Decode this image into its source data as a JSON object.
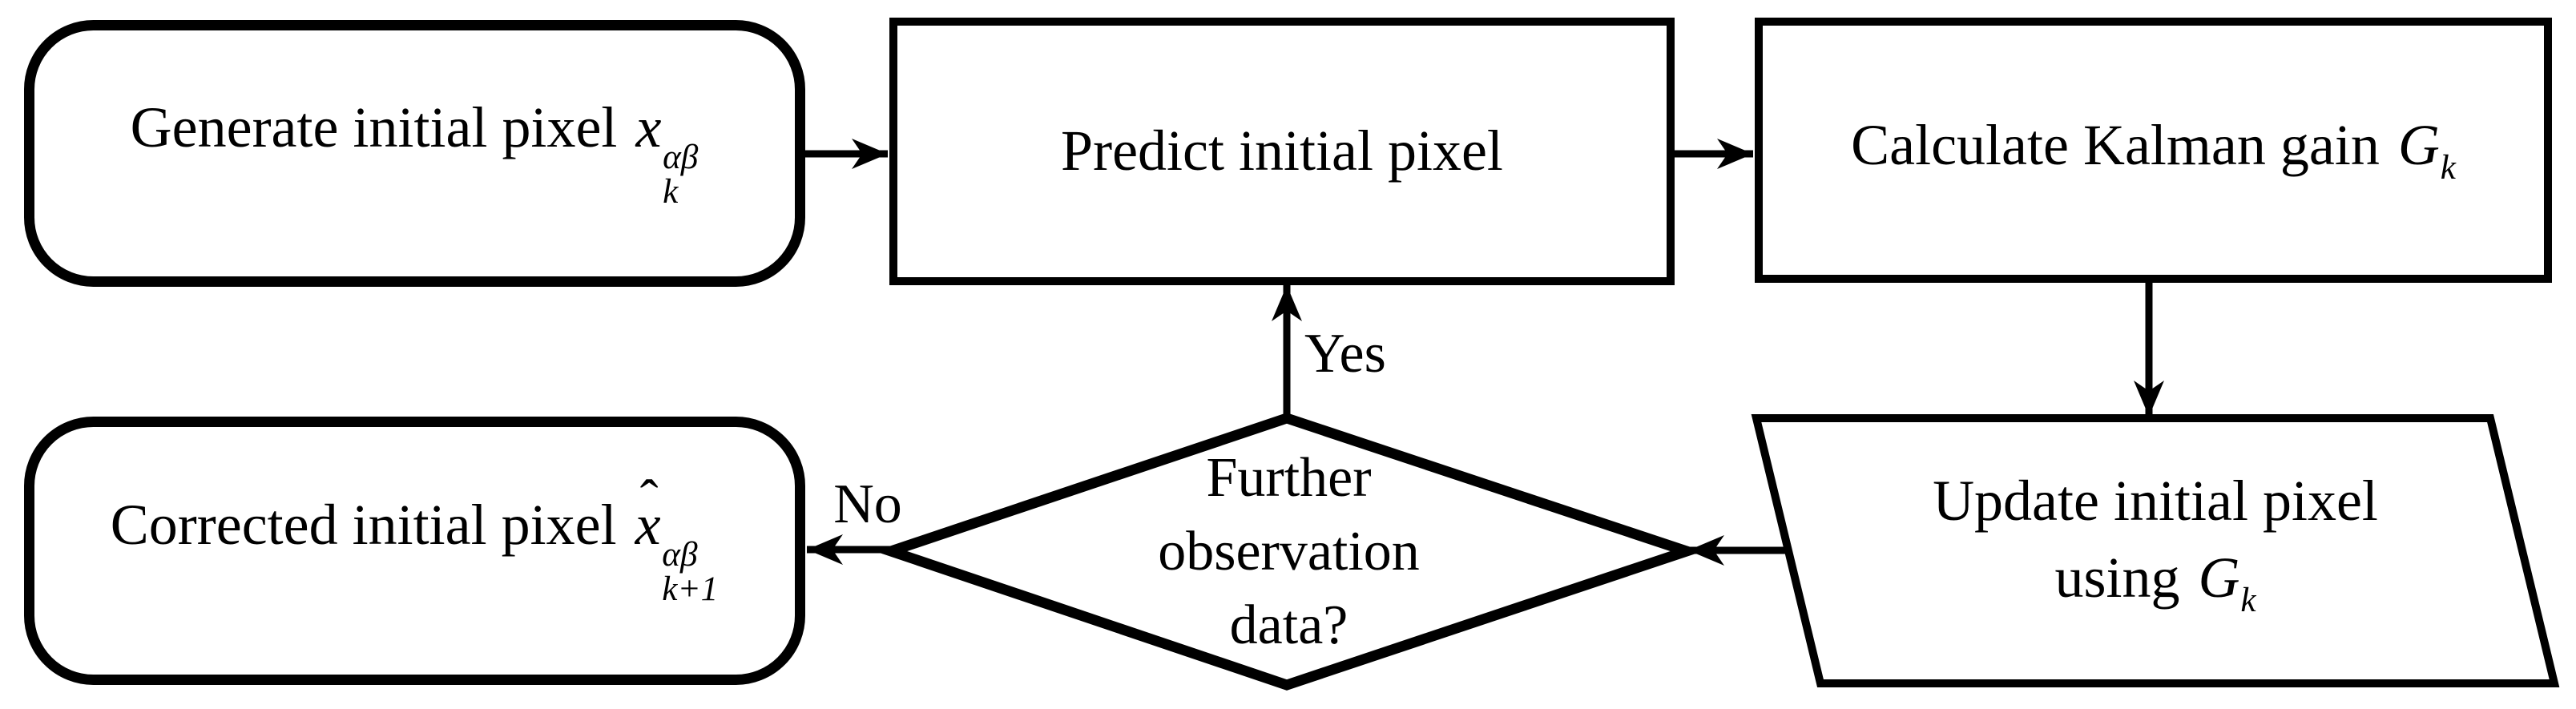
{
  "diagram": {
    "background": "#ffffff",
    "stroke_color": "#000000",
    "text_color": "#000000",
    "nodes": {
      "generate": {
        "shape": "rounded-rectangle",
        "label": "Generate initial pixel",
        "math": {
          "base": "x",
          "sup": "αβ",
          "sub": "k"
        }
      },
      "predict": {
        "shape": "rectangle",
        "label": "Predict initial pixel"
      },
      "kalman_gain": {
        "shape": "rectangle",
        "label": "Calculate Kalman gain",
        "math": {
          "base": "G",
          "sub": "k"
        }
      },
      "update": {
        "shape": "parallelogram",
        "line1": "Update initial pixel",
        "line2": "using",
        "math": {
          "base": "G",
          "sub": "k"
        }
      },
      "decision": {
        "shape": "diamond",
        "line1": "Further",
        "line2": "observation",
        "line3": "data?"
      },
      "corrected": {
        "shape": "rounded-rectangle",
        "label": "Corrected initial pixel",
        "math": {
          "hat": "ˆ",
          "base": "x",
          "sup": "αβ",
          "sub": "k+1"
        }
      }
    },
    "edge_labels": {
      "yes": "Yes",
      "no": "No"
    }
  }
}
